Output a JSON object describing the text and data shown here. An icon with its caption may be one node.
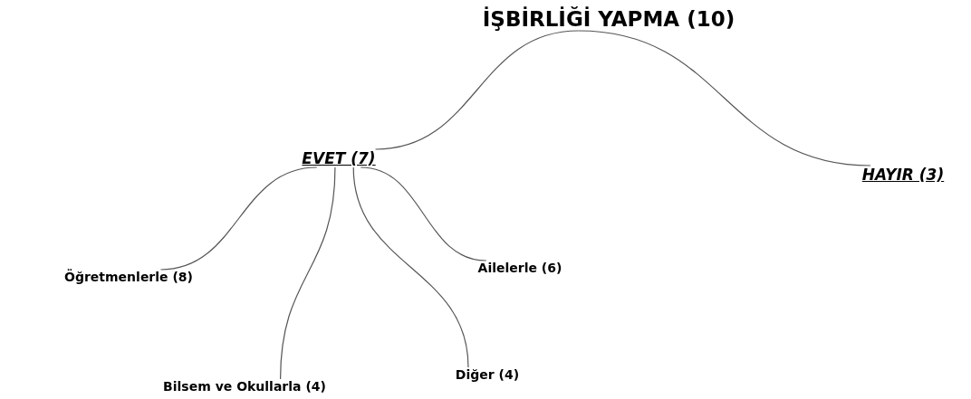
{
  "diagram": {
    "nodes": [
      {
        "text": [
          "İŞBİRLİĞİ YAPMA (10)"
        ]
      },
      {
        "text": [
          "EVET (7)"
        ]
      },
      {
        "text": [
          "HAYIR (3)"
        ]
      },
      {
        "text": [
          "Öğretmenlerle (8)"
        ]
      },
      {
        "text": [
          "Ailelerle (6)"
        ]
      },
      {
        "text": [
          "Bilsem ve Okullarla (4)"
        ]
      },
      {
        "text": [
          "Diğer (4)"
        ]
      }
    ],
    "edges": [
      {
        "from": 0,
        "to": 1,
        "arrow": "none"
      },
      {
        "from": 0,
        "to": 2,
        "arrow": "none"
      },
      {
        "from": 1,
        "to": 3,
        "arrow": "none"
      },
      {
        "from": 1,
        "to": 5,
        "arrow": "none"
      },
      {
        "from": 1,
        "to": 6,
        "arrow": "none"
      },
      {
        "from": 1,
        "to": 4,
        "arrow": "none"
      }
    ]
  }
}
